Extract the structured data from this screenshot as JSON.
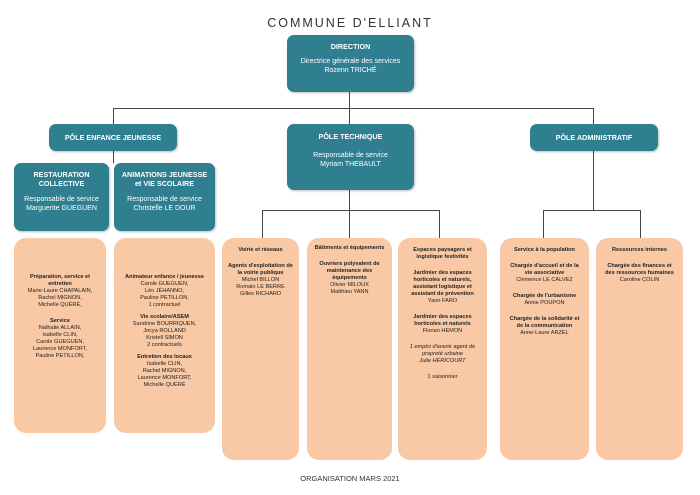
{
  "title": "COMMUNE D'ELLIANT",
  "footer": "ORGANISATION MARS 2021",
  "direction": {
    "heading": "DIRECTION",
    "role": "Directrice générale des services",
    "name": "Rozenn TRICHÉ"
  },
  "poles": {
    "enfance": "PÔLE ENFANCE JEUNESSE",
    "technique": {
      "heading": "PÔLE TECHNIQUE",
      "role": "Responsable de service",
      "name": "Myriam THEBAULT"
    },
    "administratif": "PÔLE ADMINISTRATIF"
  },
  "restauration": {
    "heading": "RESTAURATION COLLECTIVE",
    "role": "Responsable de service",
    "name": "Marguerite GUEGUEN"
  },
  "animations": {
    "heading": "ANIMATIONS JEUNESSE et VIE SCOLAIRE",
    "role": "Responsable de service",
    "name": "Christelle LE DOUR"
  },
  "col_restauration": {
    "t1": "Préparation, service et entretien",
    "p1": [
      "Marie-Laure CHAPALAIN,",
      "Rachel MIGNON,",
      "Michelle QUÉRÉ,"
    ],
    "t2": "Service",
    "p2": [
      "Nathalie ALLAIN,",
      "Isabelle CLIN,",
      "Carole GUEGUEN,",
      "Laurence MONFORT,",
      "Pauline PETILLON,"
    ]
  },
  "col_animations": {
    "t1": "Animateur enfance / jeunesse",
    "p1": [
      "Carole GUEGUEN,",
      "Léo JÉHANNO,",
      "Pauline PETILLON,",
      "1 contractuel"
    ],
    "t2": "Vie scolaire/ASEM",
    "p2": [
      "Sandrine BOURRIQUEN,",
      "Jocya ROLLAND",
      "Kristell SIMON",
      "2 contractuels"
    ],
    "t3": "Entretien des locaux",
    "p3": [
      "Isabelle CLIN,",
      "Rachel MIGNON,",
      "Laurence MONFORT,",
      "Michelle QUÉRÉ"
    ]
  },
  "col_voirie": {
    "t1": "Voirie et réseaux",
    "t2": "Agents d'exploitation de la voirie publique",
    "p2": [
      "Michel BILLON",
      "Romain LE BERRE",
      "Gilles RICHARD"
    ]
  },
  "col_batiments": {
    "t1": "Bâtiments et équipements",
    "t2": "Ouvriers polyvalent de maintenance des équipements",
    "p2": [
      "Olivier MILOUX",
      "Matthieu YANN"
    ]
  },
  "col_espaces": {
    "t1": "Espaces paysagers et logistique festivités",
    "t2": "Jardinier des espaces horticoles et naturels, assistant logistique et assistant de prévention",
    "p2": [
      "Yann FARO"
    ],
    "t3": "Jardinier des espaces horticoles et naturels",
    "p3": [
      "Florian HEMON"
    ],
    "i1": "1 emploi d'avenir agent de propreté urbaine",
    "i2": "Julie HÉRICOURT",
    "p4": "1 saisonnier"
  },
  "col_population": {
    "t1": "Service à la population",
    "t2": "Chargée d'accueil et de la vie associative",
    "p2": "Clémence LE CALVEZ",
    "t3": "Chargée de l'urbanisme",
    "p3": "Annie POUPON",
    "t4": "Chargée de la solidarité et de la communication",
    "p4": "Anne-Laure ARZEL"
  },
  "col_ressources": {
    "t1": "Ressources internes",
    "t2": "Chargée des finances et des ressources humaines",
    "p2": "Caroline COLIN"
  }
}
